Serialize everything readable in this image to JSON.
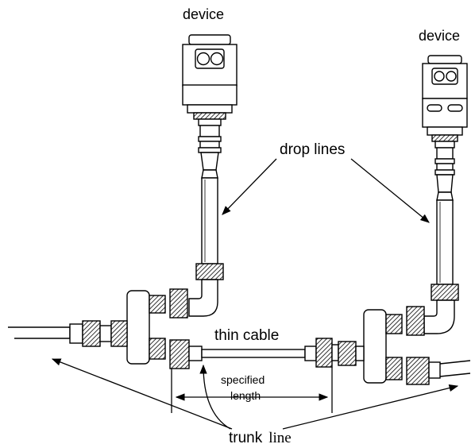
{
  "labels": {
    "device_left": "device",
    "device_right": "device",
    "drop_lines": "drop lines",
    "thin_cable": "thin cable",
    "specified": "specified",
    "length": "length",
    "trunk": "trunk",
    "line": "line"
  }
}
